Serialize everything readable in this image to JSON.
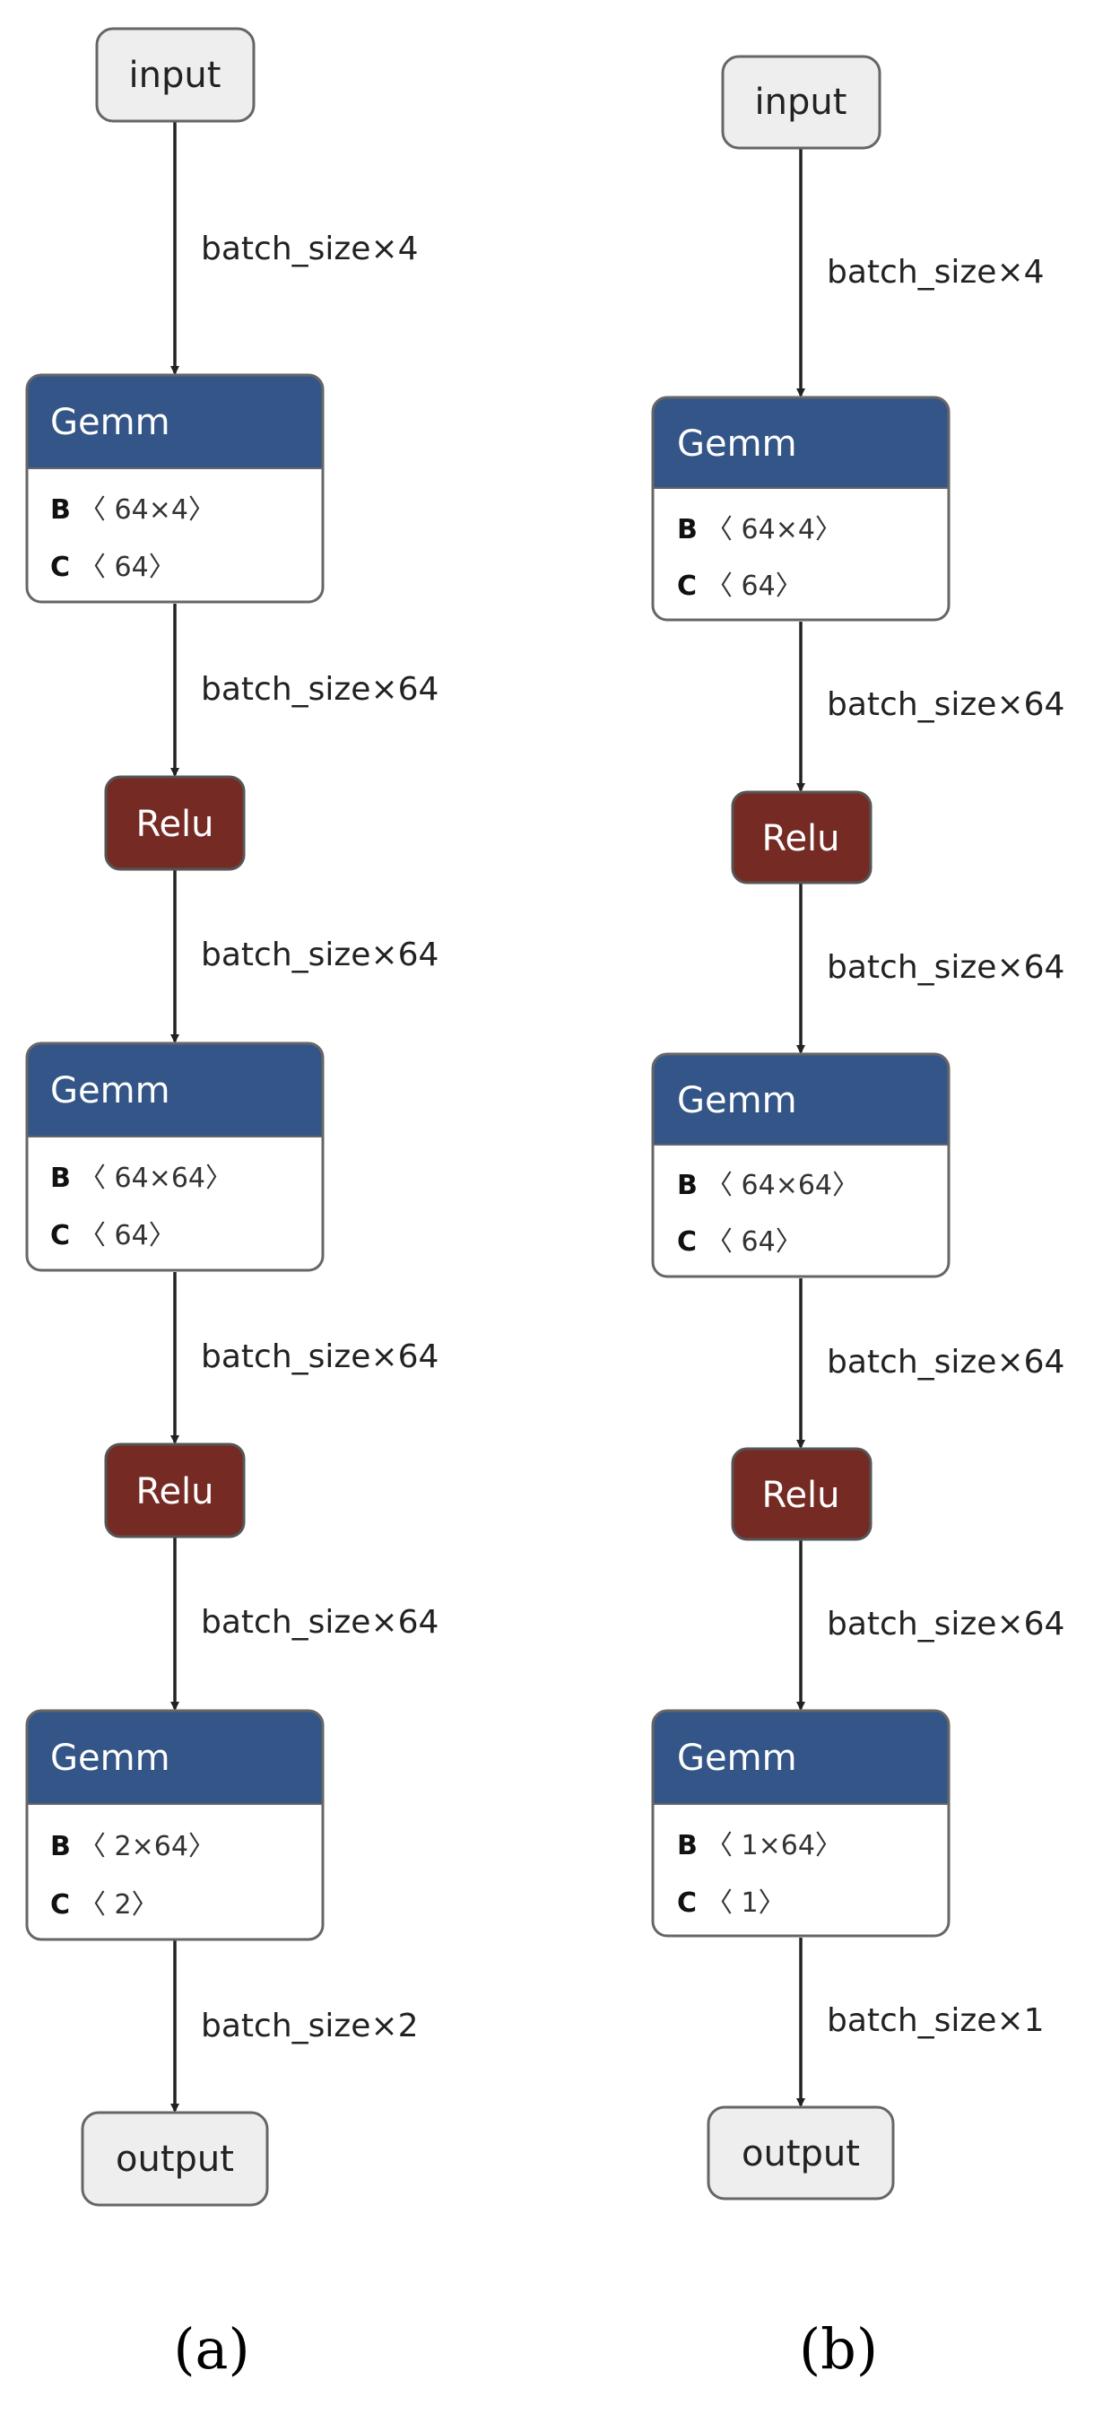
{
  "panels": [
    {
      "caption": "(a)",
      "input_label": "input",
      "output_label": "output",
      "nodes": [
        {
          "type": "Gemm",
          "label": "Gemm",
          "attrs": [
            {
              "key": "B",
              "value": "〈 64×4〉"
            },
            {
              "key": "C",
              "value": "〈 64〉"
            }
          ]
        },
        {
          "type": "Relu",
          "label": "Relu"
        },
        {
          "type": "Gemm",
          "label": "Gemm",
          "attrs": [
            {
              "key": "B",
              "value": "〈 64×64〉"
            },
            {
              "key": "C",
              "value": "〈 64〉"
            }
          ]
        },
        {
          "type": "Relu",
          "label": "Relu"
        },
        {
          "type": "Gemm",
          "label": "Gemm",
          "attrs": [
            {
              "key": "B",
              "value": "〈 2×64〉"
            },
            {
              "key": "C",
              "value": "〈 2〉"
            }
          ]
        }
      ],
      "edges": [
        "batch_size×4",
        "batch_size×64",
        "batch_size×64",
        "batch_size×64",
        "batch_size×64",
        "batch_size×2"
      ]
    },
    {
      "caption": "(b)",
      "input_label": "input",
      "output_label": "output",
      "nodes": [
        {
          "type": "Gemm",
          "label": "Gemm",
          "attrs": [
            {
              "key": "B",
              "value": "〈 64×4〉"
            },
            {
              "key": "C",
              "value": "〈 64〉"
            }
          ]
        },
        {
          "type": "Relu",
          "label": "Relu"
        },
        {
          "type": "Gemm",
          "label": "Gemm",
          "attrs": [
            {
              "key": "B",
              "value": "〈 64×64〉"
            },
            {
              "key": "C",
              "value": "〈 64〉"
            }
          ]
        },
        {
          "type": "Relu",
          "label": "Relu"
        },
        {
          "type": "Gemm",
          "label": "Gemm",
          "attrs": [
            {
              "key": "B",
              "value": "〈 1×64〉"
            },
            {
              "key": "C",
              "value": "〈 1〉"
            }
          ]
        }
      ],
      "edges": [
        "batch_size×4",
        "batch_size×64",
        "batch_size×64",
        "batch_size×64",
        "batch_size×64",
        "batch_size×1"
      ]
    }
  ],
  "colors": {
    "gemm_header": "#335587",
    "relu_fill": "#752a24",
    "io_fill": "#eeeeee",
    "edge": "#222222"
  }
}
